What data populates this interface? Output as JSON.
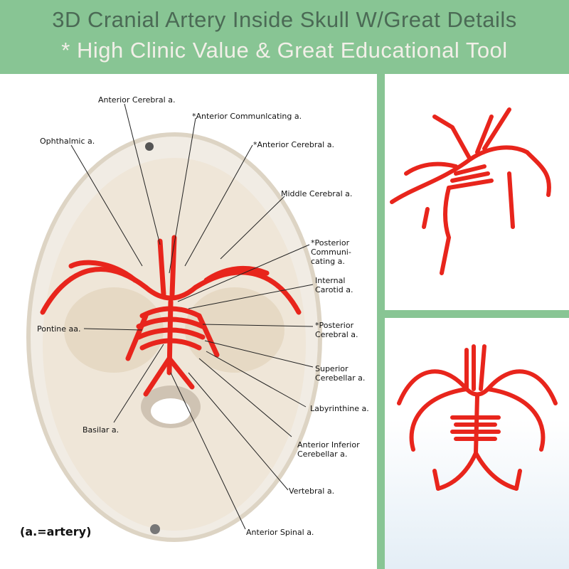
{
  "header": {
    "title": "3D Cranial Artery Inside Skull W/Great Details",
    "subtitle": "* High Clinic Value & Great Educational Tool"
  },
  "labels": {
    "anterior_cerebral": "Anterior Cerebral a.",
    "anterior_communicating": "*Anterior Communlcating a.",
    "ophthalmic": "Ophthalmic a.",
    "anterior_cerebral_2": "*Anterior Cerebral a.",
    "middle_cerebral": "Middle Cerebral a.",
    "posterior_communicating": "*Posterior\nCommuni-\ncating a.",
    "internal_carotid": "Internal\nCarotid a.",
    "pontine": "Pontine aa.",
    "posterior_cerebral": "*Posterior\nCerebral a.",
    "superior_cerebellar": "Superior\nCerebellar a.",
    "labyrinthine": "Labyrinthine a.",
    "basilar": "Basilar a.",
    "anterior_inferior_cerebellar": "Anterior Inferior\nCerebellar a.",
    "vertebral": "Vertebral a.",
    "anterior_spinal": "Anterior Spinal a."
  },
  "note": "(a.=artery)",
  "colors": {
    "header_bg": "#88c594",
    "title": "#4b6a55",
    "subtitle": "#f2efe8",
    "artery": "#e8251c",
    "skull": "#efe6d8"
  }
}
